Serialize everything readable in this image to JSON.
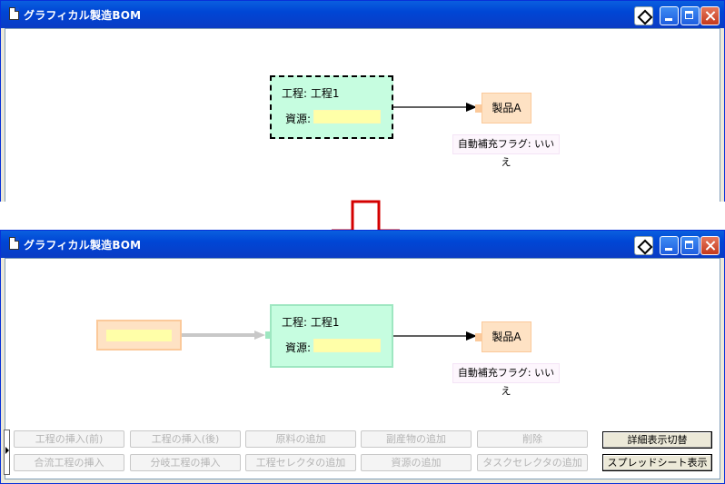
{
  "window_title": "グラフィカル製造BOM",
  "process_node": {
    "title": "工程: 工程1",
    "resource_label": "資源:"
  },
  "product_node": {
    "label": "製品A"
  },
  "auto_flag": "自動補充フラグ: いいえ",
  "toolbar": {
    "row1": [
      "工程の挿入(前)",
      "工程の挿入(後)",
      "原料の追加",
      "副産物の追加",
      "削除"
    ],
    "row2": [
      "合流工程の挿入",
      "分岐工程の挿入",
      "工程セレクタの追加",
      "資源の追加",
      "タスクセレクタの追加"
    ],
    "detail_toggle": "詳細表示切替",
    "spreadsheet": "スプレッドシート表示"
  },
  "icons": [
    "document-icon",
    "diamond-icon",
    "minimize-icon",
    "maximize-icon",
    "close-icon",
    "down-arrow-icon"
  ],
  "colors": {
    "process": "#c6fde0",
    "product": "#fee2c4",
    "field": "#ffffa8",
    "arrow": "#d40000"
  }
}
